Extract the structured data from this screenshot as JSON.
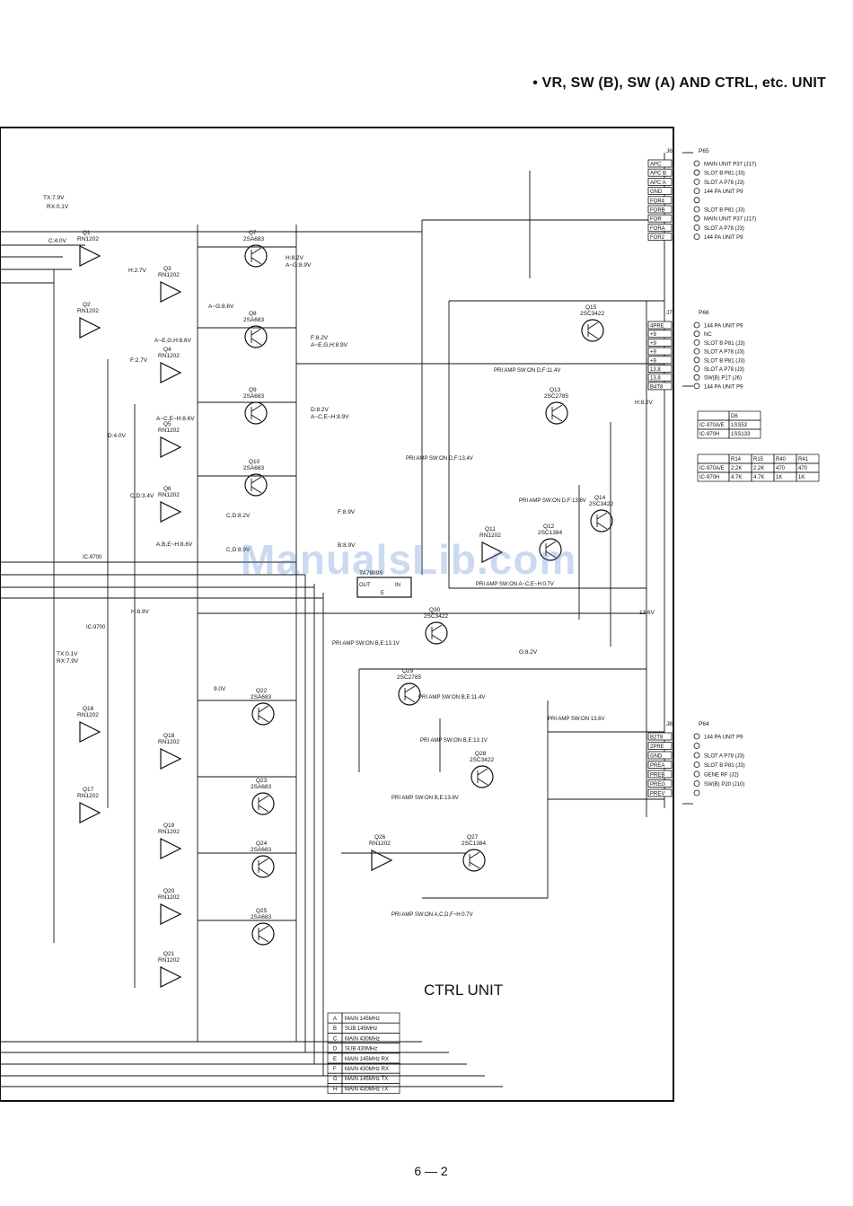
{
  "header": "• VR, SW (B), SW (A) AND CTRL, etc. UNIT",
  "unit_title": "CTRL UNIT",
  "page_number": "6 — 2",
  "watermark": "ManualsLib.com",
  "transistors": [
    {
      "ref": "Q1",
      "part": "RN1202"
    },
    {
      "ref": "Q2",
      "part": "RN1202"
    },
    {
      "ref": "Q3",
      "part": "RN1202"
    },
    {
      "ref": "Q4",
      "part": "RN1202"
    },
    {
      "ref": "Q5",
      "part": "RN1202"
    },
    {
      "ref": "Q6",
      "part": "RN1202"
    },
    {
      "ref": "Q7",
      "part": "2SA683"
    },
    {
      "ref": "Q8",
      "part": "2SA683"
    },
    {
      "ref": "Q9",
      "part": "2SA683"
    },
    {
      "ref": "Q10",
      "part": "2SA683"
    },
    {
      "ref": "Q11",
      "part": "RN1202"
    },
    {
      "ref": "Q12",
      "part": "2SC1384"
    },
    {
      "ref": "Q13",
      "part": "2SC2785"
    },
    {
      "ref": "Q14",
      "part": "2SC3422"
    },
    {
      "ref": "Q15",
      "part": "2SC3422"
    },
    {
      "ref": "Q16",
      "part": "RN1202"
    },
    {
      "ref": "Q17",
      "part": "RN1202"
    },
    {
      "ref": "Q18",
      "part": "RN1202"
    },
    {
      "ref": "Q19",
      "part": "RN1202"
    },
    {
      "ref": "Q20",
      "part": "RN1202"
    },
    {
      "ref": "Q21",
      "part": "RN1202"
    },
    {
      "ref": "Q22",
      "part": "2SA683"
    },
    {
      "ref": "Q23",
      "part": "2SA683"
    },
    {
      "ref": "Q24",
      "part": "2SA683"
    },
    {
      "ref": "Q25",
      "part": "2SA683"
    },
    {
      "ref": "Q26",
      "part": "RN1202"
    },
    {
      "ref": "Q27",
      "part": "2SC1384"
    },
    {
      "ref": "Q28",
      "part": "2SC3422"
    },
    {
      "ref": "Q29",
      "part": "2SC2785"
    },
    {
      "ref": "Q30",
      "part": "2SC3422"
    }
  ],
  "regulator": {
    "part": "TA7809S",
    "pins": [
      "OUT",
      "IN",
      "E"
    ]
  },
  "voltage_labels": [
    "TX:7.9V",
    "RX:0.1V",
    "C:4.0V",
    "H:2.7V",
    "H:8.2V",
    "A~G:8.9V",
    "A~G:8.6V",
    "A~E,G,H:8.6V",
    "F:2.7V",
    "F:8.2V",
    "A~E,G,H:8.9V",
    "A~C,E~H:8.6V",
    "D:8.2V",
    "A~C,E~H:8.9V",
    "D:4.0V",
    "C,D:3.4V",
    "A,B,E~H:8.6V",
    "C,D:8.2V",
    "C,D:8.9V",
    "F:8.9V",
    "B:8.9V",
    "H:8.9V",
    "TX:0.1V",
    "RX:7.9V",
    "9.0V",
    "13.6V",
    "G:8.2V",
    "H:8.2V"
  ],
  "pri_amp_labels": [
    "PRI AMP SW:ON D,F:11.4V",
    "PRI AMP SW:ON D,F:13.4V",
    "PRI AMP SW:ON D,F:13.6V",
    "PRI AMP SW:ON A~C,E~H:0.7V",
    "PRI AMP SW:ON B,E:13.1V",
    "PRI AMP SW:ON B,E:11.4V",
    "PRI AMP SW:ON B,E:13.1V",
    "PRI AMP SW:ON B,E:13.6V",
    "PRI AMP SW:ON 13.6V",
    "PRI AMP SW:ON A,C,D,F~H:0.7V"
  ],
  "j6": {
    "ref": "J6",
    "plug": "P65",
    "pins": [
      "APC",
      "APC B",
      "APC A",
      "GND",
      "FOR4",
      "FORB",
      "FOR",
      "FORA",
      "FOR2"
    ],
    "dest": [
      "MAIN UNIT P37 (J17)",
      "SLOT B P81 (J3)",
      "SLOT A P78 (J3)",
      "144 PA UNIT P9",
      "",
      "SLOT B P81 (J3)",
      "MAIN UNIT P37 (J17)",
      "SLOT A P78 (J3)",
      "144 PA UNIT P9"
    ]
  },
  "j7": {
    "ref": "J7",
    "plug": "P66",
    "pins": [
      "4PRE",
      "+9",
      "+9",
      "+9",
      "+9",
      "13.8",
      "13.8",
      "B4T8"
    ],
    "dest": [
      "144 PA UNIT P9",
      "NC",
      "SLOT B P81 (J3)",
      "SLOT A P78 (J3)",
      "SLOT B P81 (J3)",
      "SLOT A P78 (J3)",
      "SW(B) P17 (J6)",
      "144 PA UNIT P9"
    ]
  },
  "j8": {
    "ref": "J8",
    "plug": "P64",
    "pins": [
      "B2T8",
      "2PRE",
      "GND",
      "PREA",
      "PREB",
      "PREG",
      "PREV"
    ],
    "dest": [
      "144 PA UNIT P9",
      "",
      "SLOT A P78 (J3)",
      "SLOT B P81 (J3)",
      "GENE RF (J2)",
      "SW(B) P20 (J10)",
      ""
    ]
  },
  "table_d6": {
    "header": [
      "",
      "D6"
    ],
    "rows": [
      [
        "IC-970A/E",
        "1SS53"
      ],
      [
        "IC-970H",
        "1SS133"
      ]
    ]
  },
  "table_r": {
    "header": [
      "",
      "R14",
      "R15",
      "R40",
      "R41"
    ],
    "rows": [
      [
        "IC-970A/E",
        "2.2K",
        "2.2K",
        "470",
        "470"
      ],
      [
        "IC-970H",
        "4.7K",
        "4.7K",
        "1K",
        "1K"
      ]
    ]
  },
  "legend": [
    [
      "A",
      "MAIN 145MHz"
    ],
    [
      "B",
      "SUB 145MHz"
    ],
    [
      "C",
      "MAIN 430MHz"
    ],
    [
      "D",
      "SUB 430MHz"
    ],
    [
      "E",
      "MAIN 145MHz RX"
    ],
    [
      "F",
      "MAIN 430MHz RX"
    ],
    [
      "G",
      "MAIN 145MHz TX"
    ],
    [
      "H",
      "MAIN 430MHz TX"
    ]
  ],
  "ic_labels": [
    "IC-9700",
    "IC-9700"
  ]
}
